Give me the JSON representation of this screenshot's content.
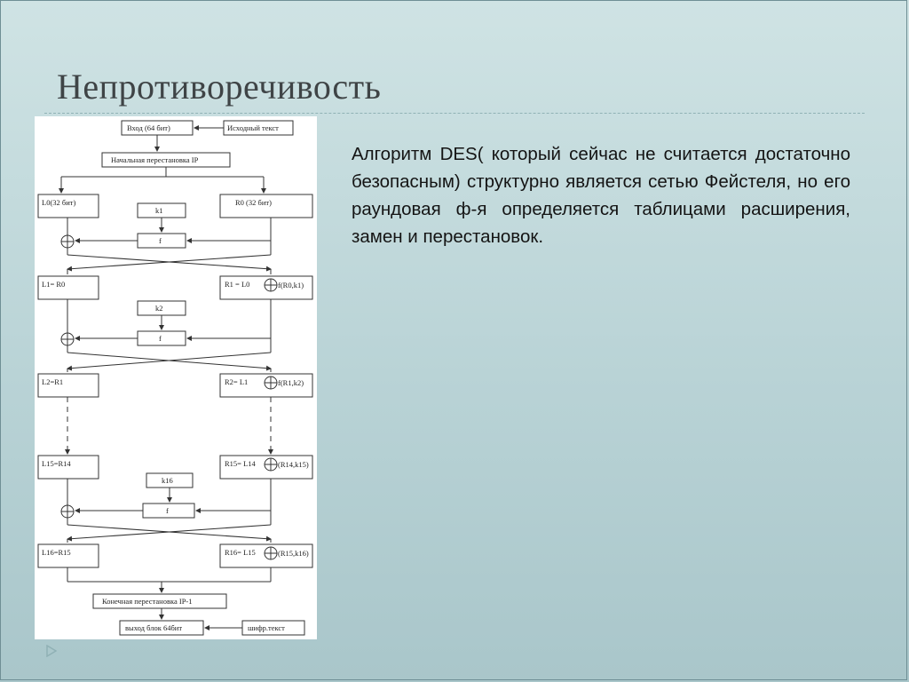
{
  "slide": {
    "title": "Непротиворечивость",
    "body": "Алгоритм DES( который сейчас не считается достаточно безопасным) структурно является сетью Фейстеля, но его раундовая ф-я определяется таблицами расширения, замен и перестановок."
  },
  "diagram": {
    "input_label": "Вход (64 бит)",
    "source_text_label": "Исходный текст",
    "initial_permutation": "Начальная перестановка IP",
    "l0": "L0(32 бит)",
    "r0": "R0 (32 бит)",
    "k1": "k1",
    "k2": "k2",
    "k16": "k16",
    "f": "f",
    "l1": "L1= R0",
    "r1": "R1 = L0",
    "r1_f": "f(R0,k1)",
    "l2": "L2=R1",
    "r2": "R2= L1",
    "r2_f": "f(R1,k2)",
    "l15": "L15=R14",
    "r15": "R15= L14",
    "r15_f": "(R14,k15)",
    "l16": "L16=R15",
    "r16": "R16= L15",
    "r16_f": "(R15,k16)",
    "final_permutation": "Конечная перестановка IP-1",
    "output_label": "выход блок 64бит",
    "cipher_text_label": "шифр.текст"
  },
  "colors": {
    "title": "#3f4446",
    "text": "#141414",
    "background_top": "#cfe3e4",
    "background_bottom": "#a9c6ca"
  },
  "icons": {
    "nav": "triangle-play-icon"
  }
}
